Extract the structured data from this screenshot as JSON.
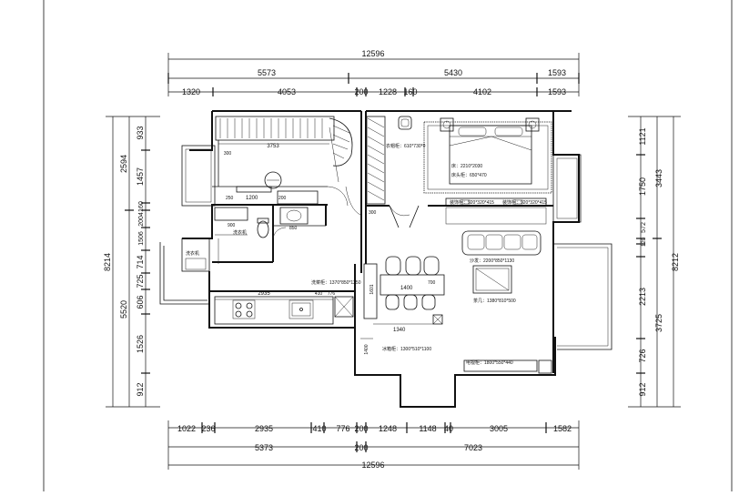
{
  "dimensions": {
    "top_total": "12596",
    "top_row2": [
      "5573",
      "5430",
      "1593"
    ],
    "top_row3": [
      "1320",
      "4053",
      "200",
      "1228",
      "160",
      "4102",
      "1593"
    ],
    "bottom_row1": [
      "1022",
      "236",
      "2935",
      "410",
      "776",
      "200",
      "1248",
      "1148",
      "40",
      "3005",
      "1582"
    ],
    "bottom_row2": [
      "5373",
      "200",
      "7023"
    ],
    "bottom_total": "12596",
    "left_total": "8214",
    "left_parts": [
      "2594",
      "5520"
    ],
    "left_detail": [
      "933",
      "1457",
      "160",
      "2004",
      "1506",
      "714",
      "725",
      "606",
      "1526",
      "912"
    ],
    "right_total": "8212",
    "right_parts": [
      "3443",
      "3725"
    ],
    "right_detail": [
      "1121",
      "1750",
      "572",
      "120",
      "2213",
      "726",
      "912"
    ]
  },
  "interior_dims": {
    "closet_width": "3753",
    "bath_counter": "1200",
    "bath_900": "900",
    "bath_850": "850",
    "kitchen_2935": "2935",
    "kitchen_410": "410",
    "kitchen_776": "776",
    "dining_1400": "1400",
    "dining_700": "700",
    "dining_1340": "1340",
    "dining_1601": "1601",
    "hall_1400": "1400",
    "small_200": "200",
    "small_250": "250",
    "small_300": "300",
    "small_300b": "300"
  },
  "labels": {
    "bed": "床：2210*2030",
    "bedside": "床头柜：650*470",
    "wardrobe": "衣帽柜：610*730*0",
    "cabinet_left": "装饰柜：920*320*415",
    "cabinet_right": "装饰柜：920*320*415",
    "sofa": "沙发：2200*850*1130",
    "tea_table": "茶几：1380*810*500",
    "tv_cabinet": "电视柜：1800*550*440",
    "fridge": "冰箱柜：1300*510*1100",
    "washer": "洗衣机",
    "bath_basin": "洗衣机",
    "kitchen_counter": "洗菜柜：1370*850*1250"
  }
}
